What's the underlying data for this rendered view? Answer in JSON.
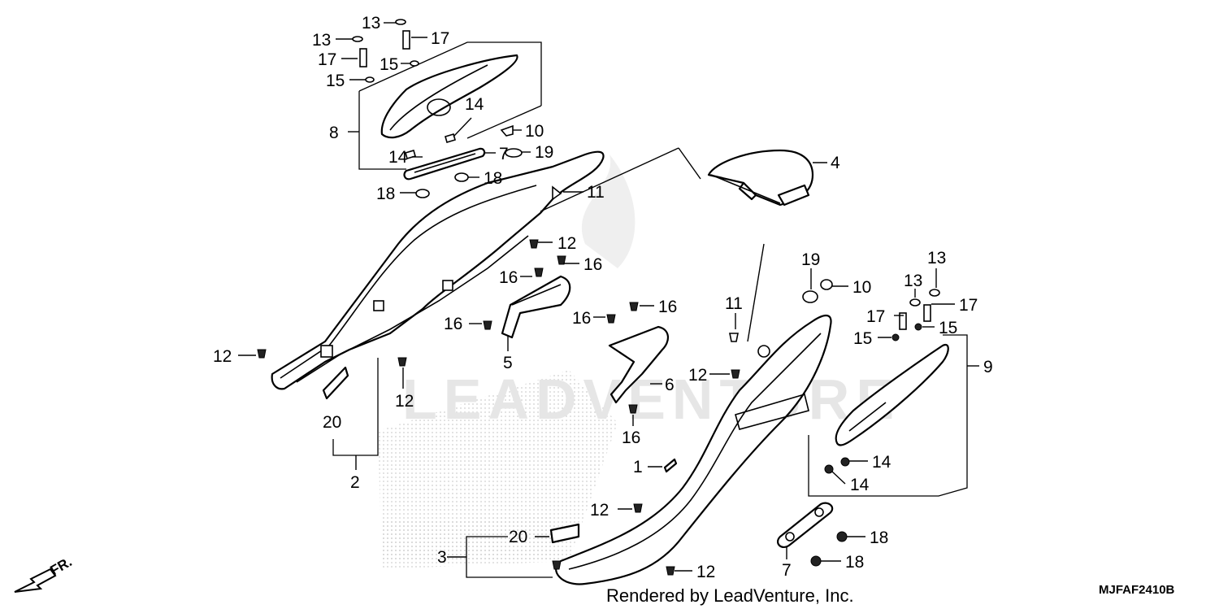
{
  "diagram": {
    "callouts": [
      "1",
      "2",
      "3",
      "4",
      "5",
      "6",
      "7",
      "8",
      "9",
      "10",
      "11",
      "12",
      "13",
      "14",
      "15",
      "16",
      "17",
      "18",
      "19",
      "20"
    ],
    "footer_credit": "Rendered by LeadVenture, Inc.",
    "diagram_code": "MJFAF2410B",
    "direction_label": "FR.",
    "watermark_text": "LEADVENTURE"
  },
  "colors": {
    "ink": "#000000",
    "watermark": "#e6e6e6",
    "background": "#ffffff"
  }
}
